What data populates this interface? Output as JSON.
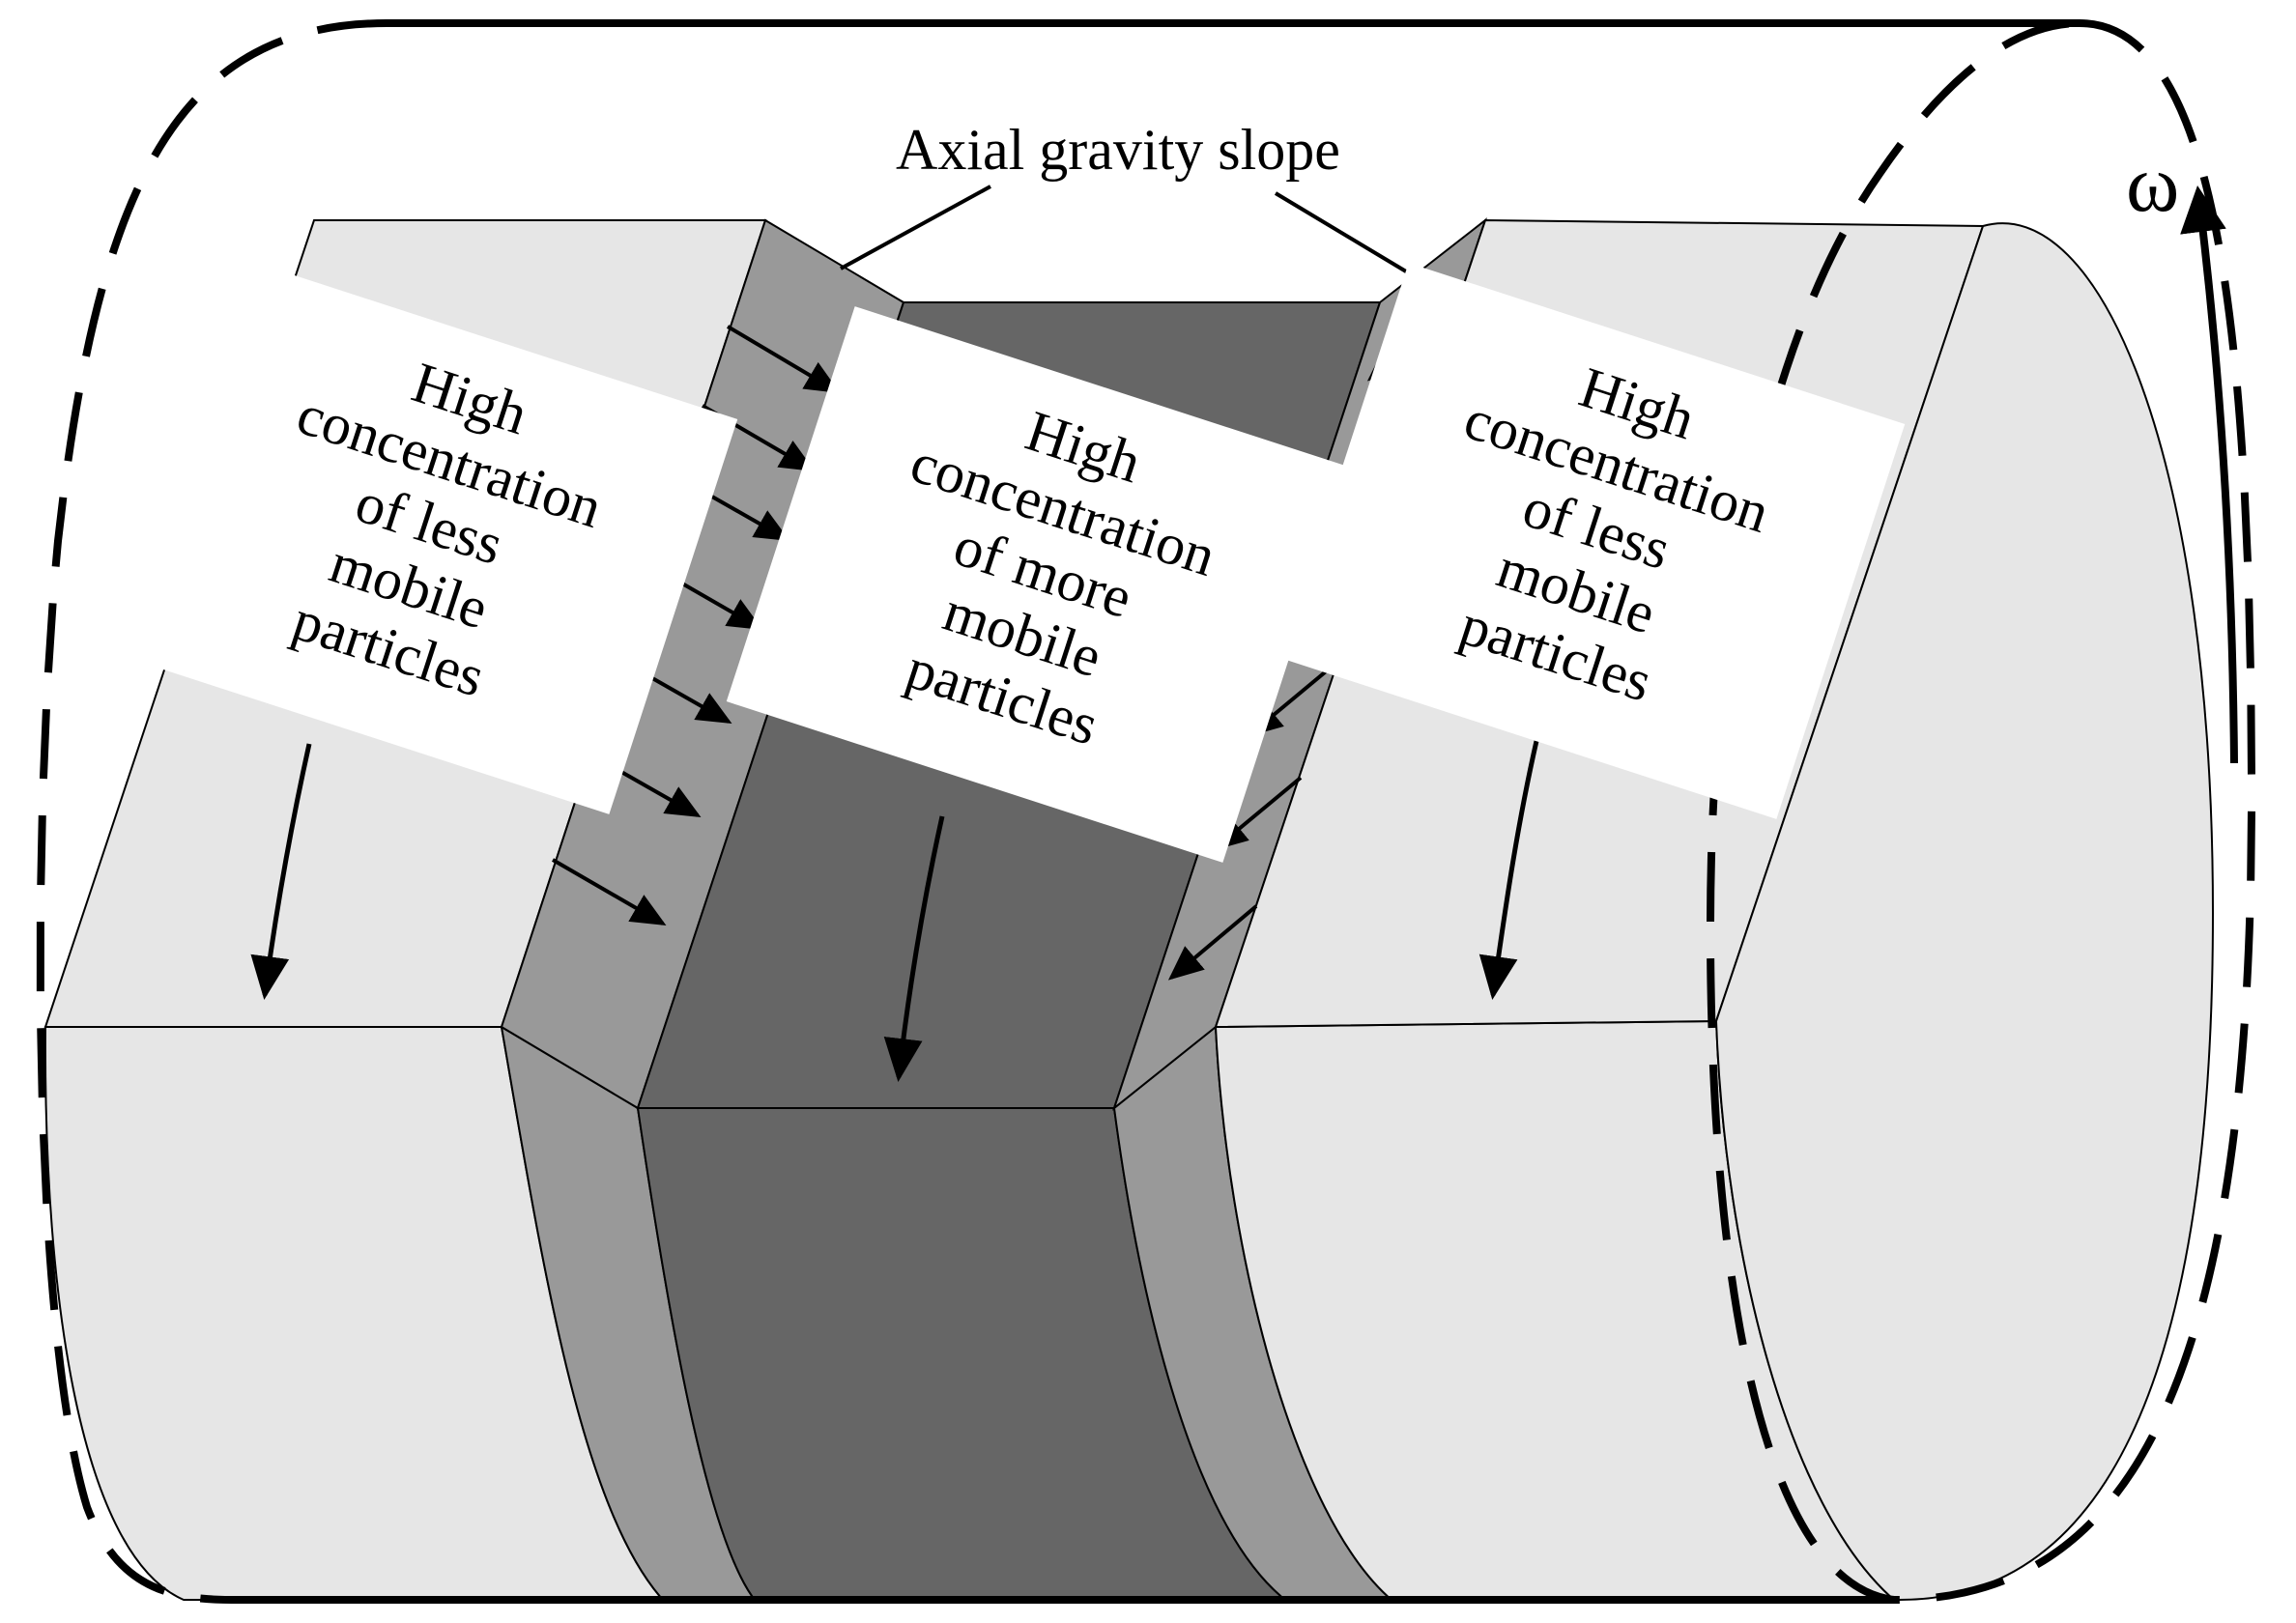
{
  "labels": {
    "slope": "Axial gravity slope",
    "omega": "ω",
    "left_box": [
      "High",
      "concentration",
      "of less",
      "mobile",
      "particles"
    ],
    "center_box": [
      "High",
      "concentration",
      "of more",
      "mobile",
      "particles"
    ],
    "right_box": [
      "High",
      "concentration",
      "of less",
      "mobile",
      "particles"
    ]
  },
  "colors": {
    "light_band": "#e6e6e6",
    "slope_band": "#999999",
    "dark_band": "#666666",
    "stroke": "#000000",
    "label_box": "#ffffff"
  }
}
